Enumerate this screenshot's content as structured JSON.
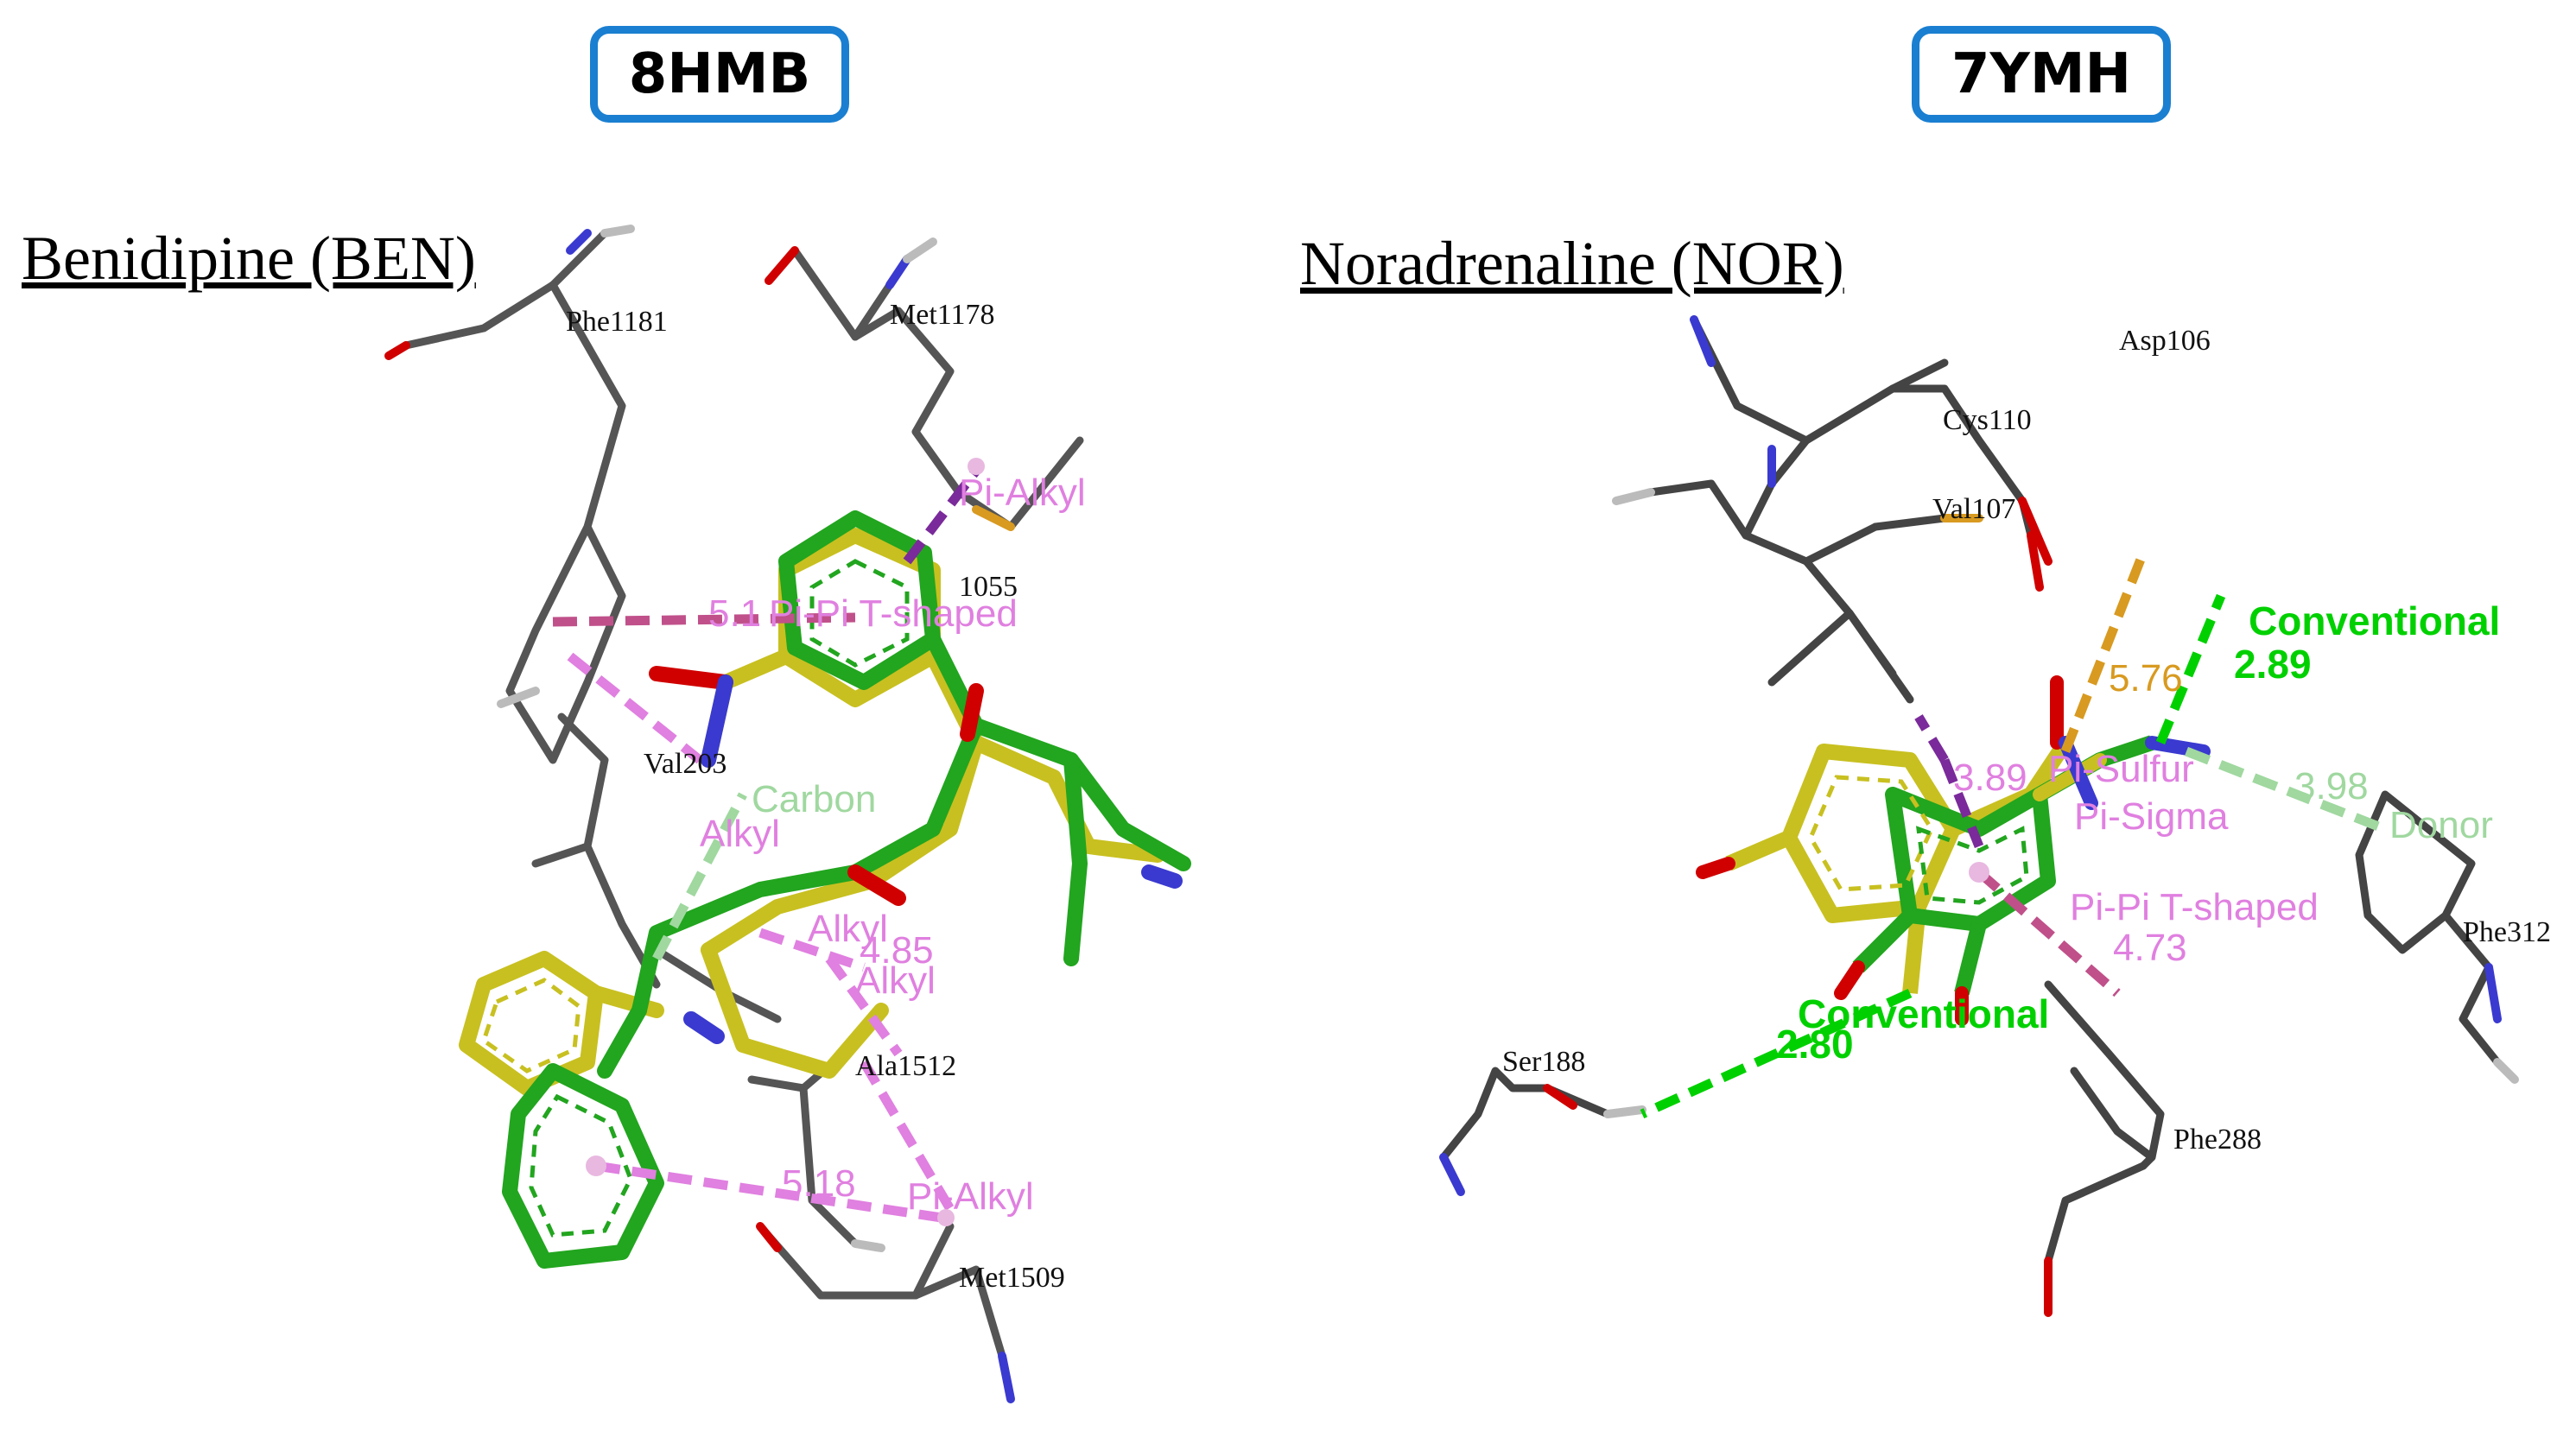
{
  "left": {
    "badge": "8HMB",
    "heading": "Benidipine (BEN)",
    "residues": [
      "Phe1181",
      "Met1178",
      "Val203",
      "Ala1512",
      "Met1509",
      "1055"
    ],
    "interactions": [
      "Pi-Alkyl",
      "Pi-Pi T-shaped",
      "Carbon",
      "Alkyl",
      "Alkyl",
      "Alkyl",
      "Pi-Alkyl"
    ],
    "distances": [
      "5.1",
      "4.85",
      "5.18"
    ]
  },
  "right": {
    "badge": "7YMH",
    "heading": "Noradrenaline (NOR)",
    "residues": [
      "Asp106",
      "Cys110",
      "Val107",
      "Phe312",
      "Ser188",
      "Phe288"
    ],
    "interactions": [
      "Conventional",
      "Pi-Sigma",
      "Pi-Pi T-shaped",
      "Conventional",
      "Donor",
      "Pi-Sulfur"
    ],
    "distances": [
      "2.89",
      "5.76",
      "3.89",
      "3.98",
      "4.73",
      "2.80"
    ]
  },
  "colors": {
    "badge_border": "#1a7fd1",
    "carbon": "#555555",
    "ligand_ref": "#c8c020",
    "ligand_dock": "#22a51f",
    "oxygen": "#d00000",
    "nitrogen": "#3a3ad0",
    "sulfur": "#d89a20",
    "hbond": "#00d000",
    "pi_alkyl": "#e080e0",
    "pi_sigma": "#7a2a9a",
    "carbon_hbond": "#a0d8a0"
  }
}
